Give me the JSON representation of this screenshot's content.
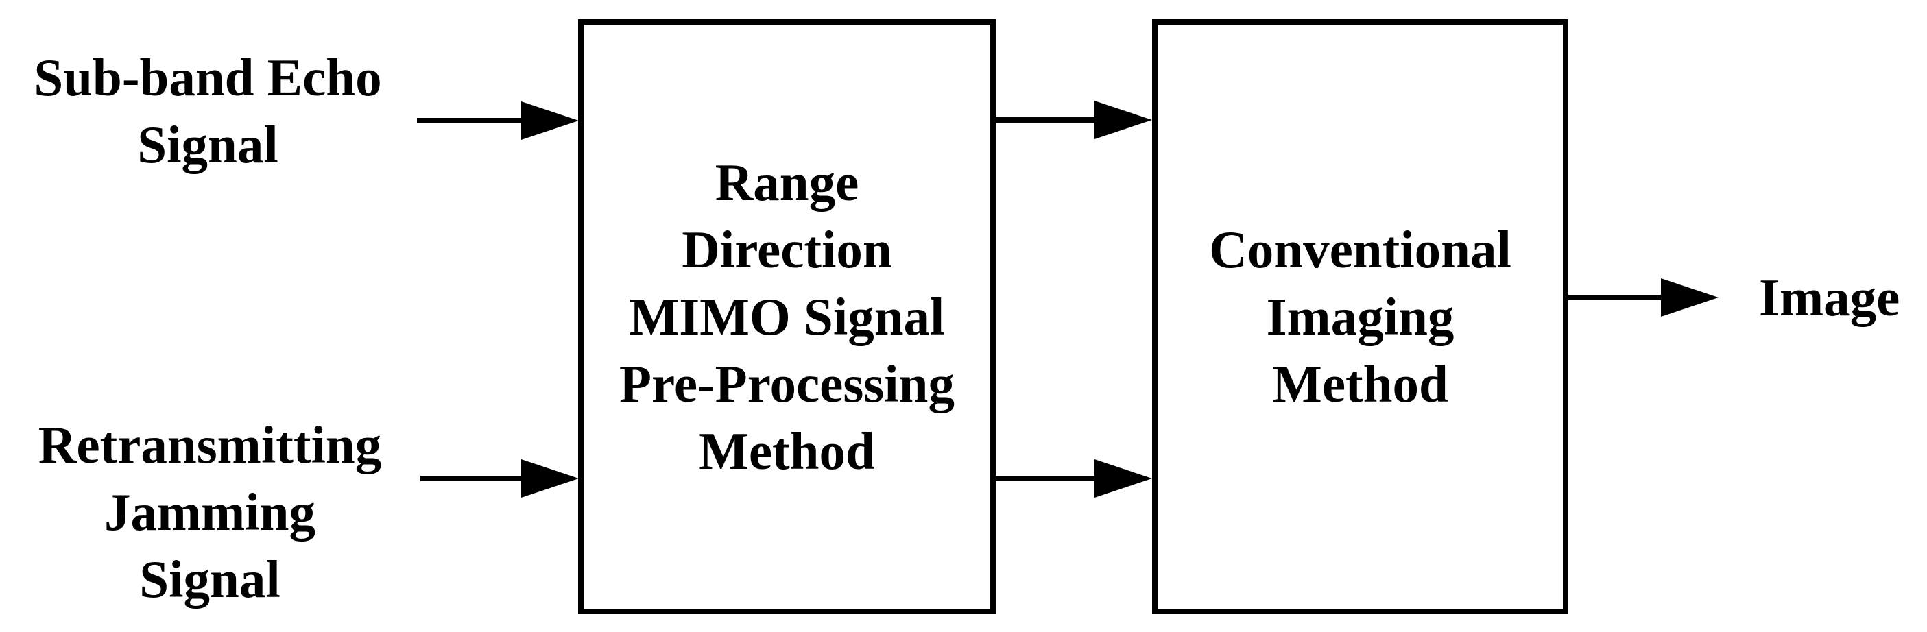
{
  "figure": {
    "background_color": "#ffffff",
    "ink_color": "#000000",
    "inputs": [
      {
        "id": "sub-band-echo-signal",
        "label": "Sub-band Echo Signal",
        "lines": [
          "Sub-band Echo",
          "Signal"
        ]
      },
      {
        "id": "retransmitting-jamming-signal",
        "label": "Retransmitting Jamming Signal",
        "lines": [
          "Retransmitting",
          "Jamming",
          "Signal"
        ]
      }
    ],
    "blocks": [
      {
        "id": "range-direction-mimo-signal-pre-processing-method",
        "label": "Range Direction MIMO Signal Pre-Processing Method",
        "lines": [
          "Range",
          "Direction",
          "MIMO Signal",
          "Pre-Processing",
          "Method"
        ]
      },
      {
        "id": "conventional-imaging-method",
        "label": "Conventional Imaging Method",
        "lines": [
          "Conventional",
          "Imaging",
          "Method"
        ]
      }
    ],
    "output": {
      "id": "image",
      "label": "Image"
    },
    "arrows": [
      {
        "from": "Sub-band Echo Signal",
        "to": "Range Direction MIMO Signal Pre-Processing Method"
      },
      {
        "from": "Retransmitting Jamming Signal",
        "to": "Range Direction MIMO Signal Pre-Processing Method"
      },
      {
        "from": "Range Direction MIMO Signal Pre-Processing Method",
        "to": "Conventional Imaging Method"
      },
      {
        "from": "Range Direction MIMO Signal Pre-Processing Method",
        "to": "Conventional Imaging Method"
      },
      {
        "from": "Conventional Imaging Method",
        "to": "Image"
      }
    ]
  }
}
